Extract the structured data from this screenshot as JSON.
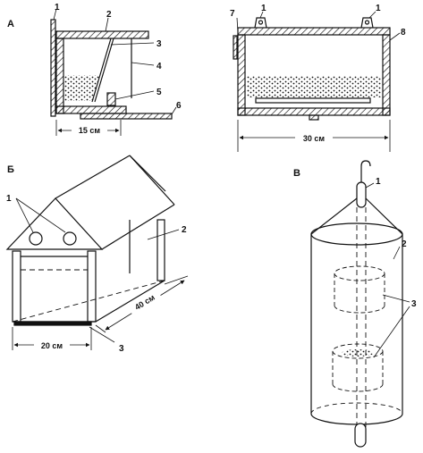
{
  "figure": {
    "panel_a": {
      "letter": "А",
      "left_numbers": [
        "1",
        "2",
        "3",
        "4",
        "5",
        "6"
      ],
      "right_numbers": [
        "7",
        "1",
        "1",
        "8"
      ],
      "dim_left": "15 см",
      "dim_right": "30 см"
    },
    "panel_b": {
      "letter": "Б",
      "numbers": [
        "1",
        "2",
        "3"
      ],
      "dim_width": "20 см",
      "dim_length": "40 см"
    },
    "panel_v": {
      "letter": "В",
      "numbers": [
        "1",
        "2",
        "3"
      ]
    },
    "colors": {
      "ink": "#111111",
      "paper": "#ffffff"
    }
  }
}
